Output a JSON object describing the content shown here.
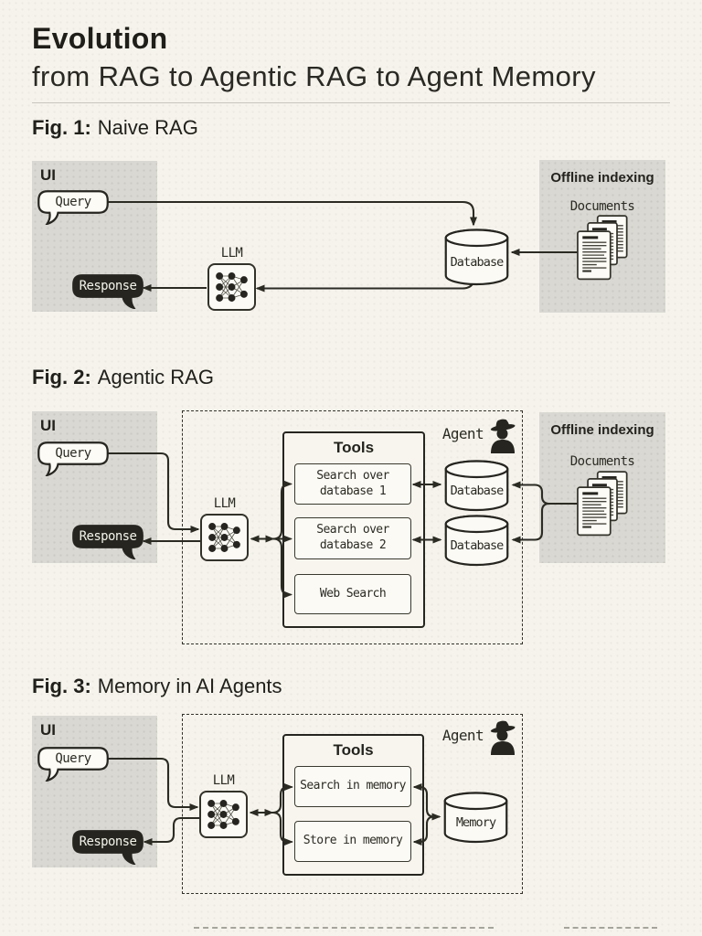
{
  "header": {
    "title": "Evolution",
    "subtitle": "from RAG to Agentic RAG to Agent Memory"
  },
  "figures": {
    "fig1": {
      "label": "Fig. 1:",
      "title": "Naive RAG",
      "ui": "UI",
      "query": "Query",
      "response": "Response",
      "llm": "LLM",
      "database": "Database",
      "offline": "Offline indexing",
      "documents": "Documents"
    },
    "fig2": {
      "label": "Fig. 2:",
      "title": "Agentic RAG",
      "ui": "UI",
      "query": "Query",
      "response": "Response",
      "llm": "LLM",
      "agent": "Agent",
      "tools": "Tools",
      "tool1": "Search over database 1",
      "tool2": "Search over database 2",
      "tool3": "Web Search",
      "db1": "Database",
      "db2": "Database",
      "offline": "Offline indexing",
      "documents": "Documents"
    },
    "fig3": {
      "label": "Fig. 3:",
      "title": "Memory in AI Agents",
      "ui": "UI",
      "query": "Query",
      "response": "Response",
      "llm": "LLM",
      "agent": "Agent",
      "tools": "Tools",
      "tool1": "Search in memory",
      "tool2": "Store in memory",
      "memory": "Memory"
    }
  },
  "colors": {
    "background": "#f5f3ec",
    "panel_gray": "#d9d8d2",
    "ink": "#26251f",
    "surface": "#fcfbf5"
  }
}
